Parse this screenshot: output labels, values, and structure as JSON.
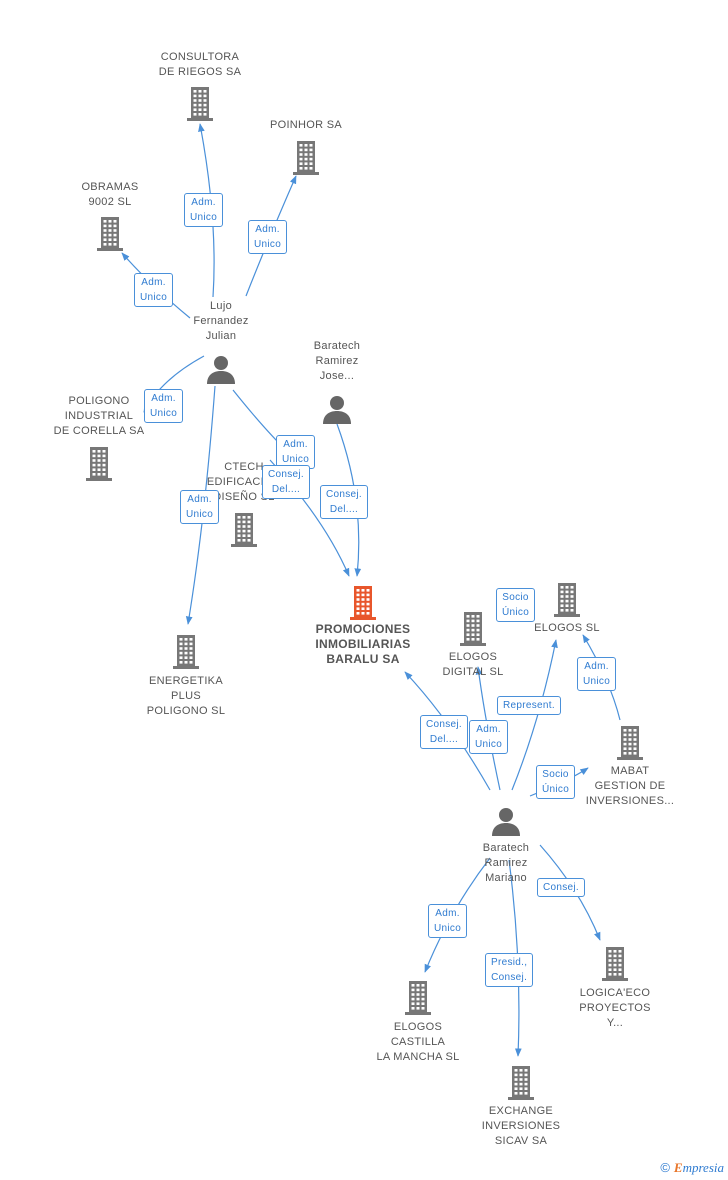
{
  "colors": {
    "edge": "#4a90d9",
    "company": "#777777",
    "main_company": "#e8562b",
    "person": "#666666"
  },
  "nodes": [
    {
      "id": "consultora",
      "kind": "company",
      "lines": [
        "CONSULTORA",
        "DE RIEGOS SA"
      ]
    },
    {
      "id": "poinhor",
      "kind": "company",
      "lines": [
        "POINHOR SA"
      ]
    },
    {
      "id": "obramas",
      "kind": "company",
      "lines": [
        "OBRAMAS",
        "9002  SL"
      ]
    },
    {
      "id": "lujo",
      "kind": "person",
      "lines": [
        "Lujo",
        "Fernandez",
        "Julian"
      ]
    },
    {
      "id": "baratech_jose",
      "kind": "person",
      "lines": [
        "Baratech",
        "Ramirez",
        "Jose..."
      ]
    },
    {
      "id": "poligono",
      "kind": "company",
      "lines": [
        "POLIGONO",
        "INDUSTRIAL",
        "DE CORELLA SA"
      ]
    },
    {
      "id": "ctech",
      "kind": "company",
      "lines": [
        "CTECH",
        "EDIFICACION",
        "DISEÑO SL"
      ]
    },
    {
      "id": "promociones",
      "kind": "main",
      "lines": [
        "PROMOCIONES",
        "INMOBILIARIAS",
        "BARALU SA"
      ]
    },
    {
      "id": "energetika",
      "kind": "company",
      "lines": [
        "ENERGETIKA",
        "PLUS",
        "POLIGONO SL"
      ]
    },
    {
      "id": "elogos_digital",
      "kind": "company",
      "lines": [
        "ELOGOS",
        "DIGITAL  SL"
      ]
    },
    {
      "id": "elogos_sl",
      "kind": "company",
      "lines": [
        "ELOGOS  SL"
      ]
    },
    {
      "id": "mabat",
      "kind": "company",
      "lines": [
        "MABAT",
        "GESTION DE",
        "INVERSIONES..."
      ]
    },
    {
      "id": "baratech_mariano",
      "kind": "person",
      "lines": [
        "Baratech",
        "Ramirez",
        "Mariano"
      ]
    },
    {
      "id": "logicaeco",
      "kind": "company",
      "lines": [
        "LOGICA'ECO",
        "PROYECTOS",
        "Y..."
      ]
    },
    {
      "id": "elogos_castilla",
      "kind": "company",
      "lines": [
        "ELOGOS",
        "CASTILLA",
        "LA MANCHA SL"
      ]
    },
    {
      "id": "exchange",
      "kind": "company",
      "lines": [
        "EXCHANGE",
        "INVERSIONES",
        "SICAV SA"
      ]
    }
  ],
  "edges": [
    {
      "from": "lujo",
      "to": "consultora",
      "role": [
        "Adm.",
        "Unico"
      ]
    },
    {
      "from": "lujo",
      "to": "poinhor",
      "role": [
        "Adm.",
        "Unico"
      ]
    },
    {
      "from": "lujo",
      "to": "obramas",
      "role": [
        "Adm.",
        "Unico"
      ]
    },
    {
      "from": "lujo",
      "to": "poligono",
      "role": [
        "Adm.",
        "Unico"
      ]
    },
    {
      "from": "lujo",
      "to": "energetika",
      "role": [
        "Adm.",
        "Unico"
      ]
    },
    {
      "from": "lujo",
      "to": "ctech",
      "role": [
        "Adm.",
        "Unico"
      ]
    },
    {
      "from": "lujo",
      "to": "promociones",
      "role": [
        "Consej.",
        "Del...."
      ]
    },
    {
      "from": "baratech_jose",
      "to": "promociones",
      "role": [
        "Consej.",
        "Del...."
      ]
    },
    {
      "from": "baratech_mariano",
      "to": "promociones",
      "role": [
        "Consej.",
        "Del...."
      ]
    },
    {
      "from": "baratech_mariano",
      "to": "elogos_digital",
      "role": [
        "Adm.",
        "Unico"
      ]
    },
    {
      "from": "baratech_mariano",
      "to": "elogos_sl",
      "role": [
        "Represent."
      ]
    },
    {
      "from": "mabat",
      "to": "elogos_sl",
      "role": [
        "Adm.",
        "Unico"
      ]
    },
    {
      "from": "mabat",
      "to": "elogos_sl",
      "role": [
        "Socio",
        "Único"
      ]
    },
    {
      "from": "baratech_mariano",
      "to": "mabat",
      "role": [
        "Socio",
        "Único"
      ]
    },
    {
      "from": "baratech_mariano",
      "to": "logicaeco",
      "role": [
        "Consej."
      ]
    },
    {
      "from": "baratech_mariano",
      "to": "elogos_castilla",
      "role": [
        "Adm.",
        "Unico"
      ]
    },
    {
      "from": "baratech_mariano",
      "to": "exchange",
      "role": [
        "Presid.,",
        "Consej."
      ]
    }
  ],
  "watermark": {
    "copyright": "©",
    "brand_initial": "E",
    "brand_rest": "mpresia"
  }
}
